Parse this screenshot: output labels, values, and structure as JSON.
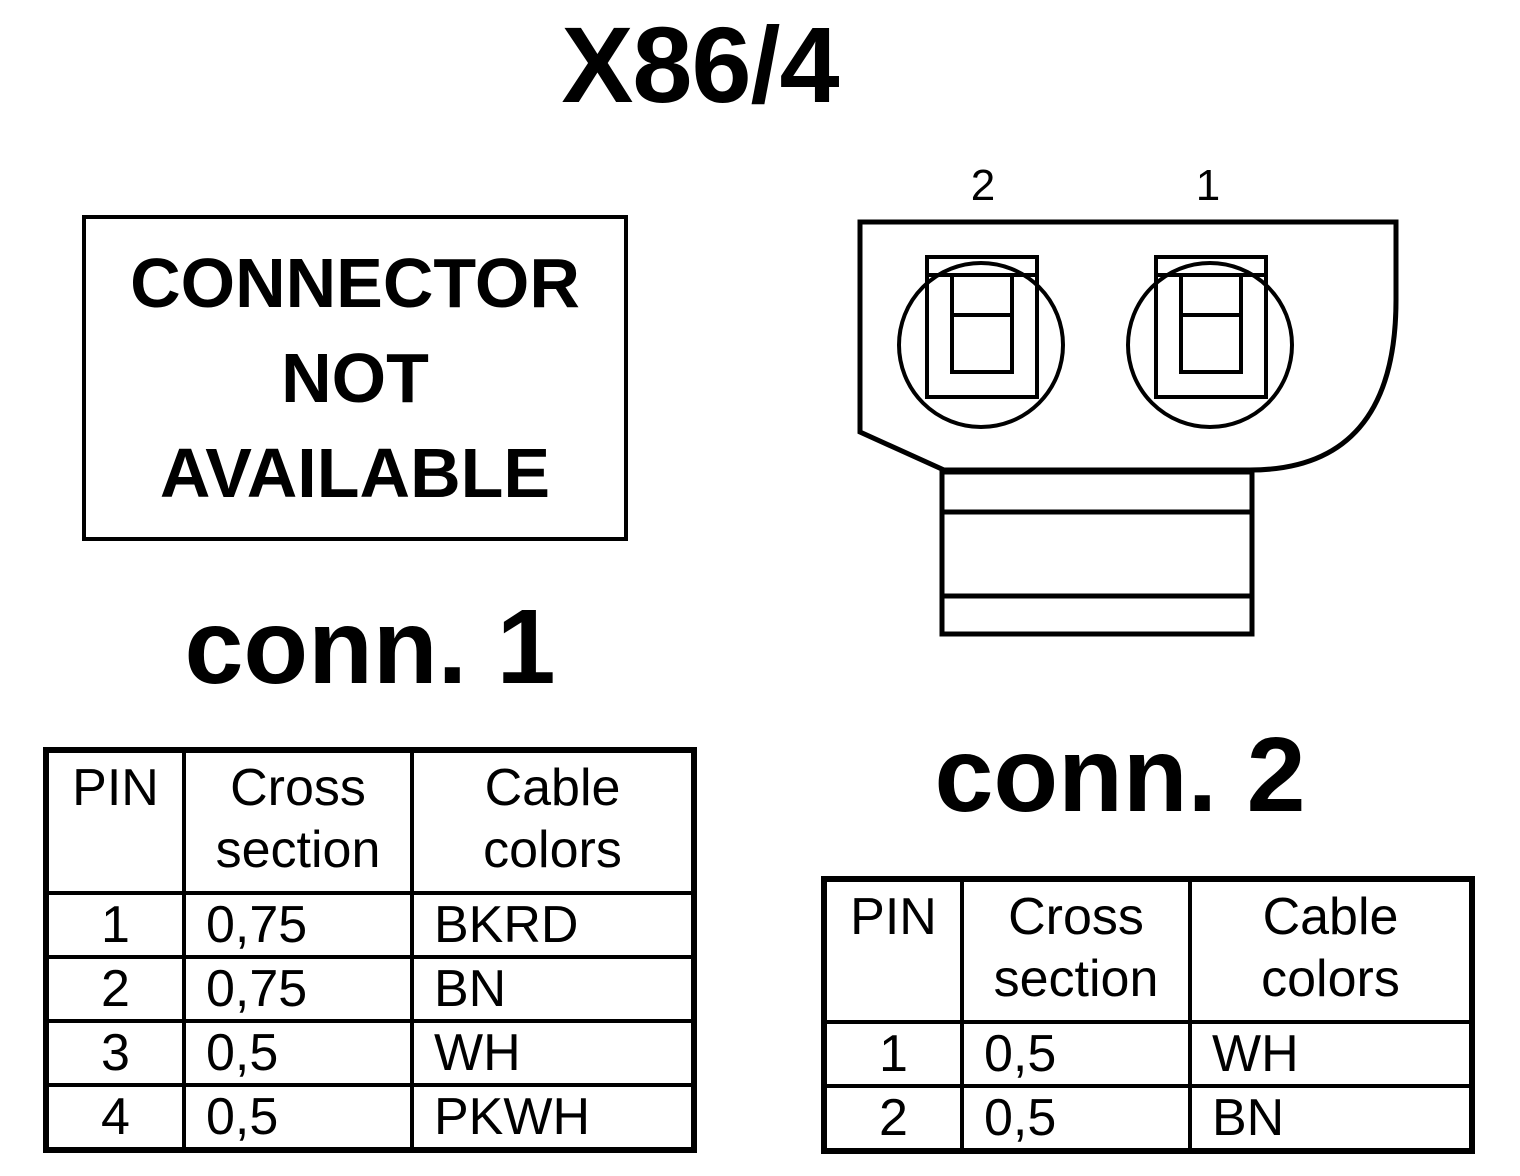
{
  "title": "X86/4",
  "notice": {
    "line1": "CONNECTOR",
    "line2": "NOT",
    "line3": "AVAILABLE"
  },
  "connector_drawing": {
    "pin_labels": [
      "2",
      "1"
    ]
  },
  "conn1": {
    "label": "conn. 1",
    "headers": {
      "pin": "PIN",
      "cross_1": "Cross",
      "cross_2": "section",
      "color_1": "Cable",
      "color_2": "colors"
    },
    "rows": [
      {
        "pin": "1",
        "cross": "0,75",
        "color": "BKRD"
      },
      {
        "pin": "2",
        "cross": "0,75",
        "color": "BN"
      },
      {
        "pin": "3",
        "cross": "0,5",
        "color": "WH"
      },
      {
        "pin": "4",
        "cross": "0,5",
        "color": "PKWH"
      }
    ]
  },
  "conn2": {
    "label": "conn. 2",
    "headers": {
      "pin": "PIN",
      "cross_1": "Cross",
      "cross_2": "section",
      "color_1": "Cable",
      "color_2": "colors"
    },
    "rows": [
      {
        "pin": "1",
        "cross": "0,5",
        "color": "WH"
      },
      {
        "pin": "2",
        "cross": "0,5",
        "color": "BN"
      }
    ]
  }
}
